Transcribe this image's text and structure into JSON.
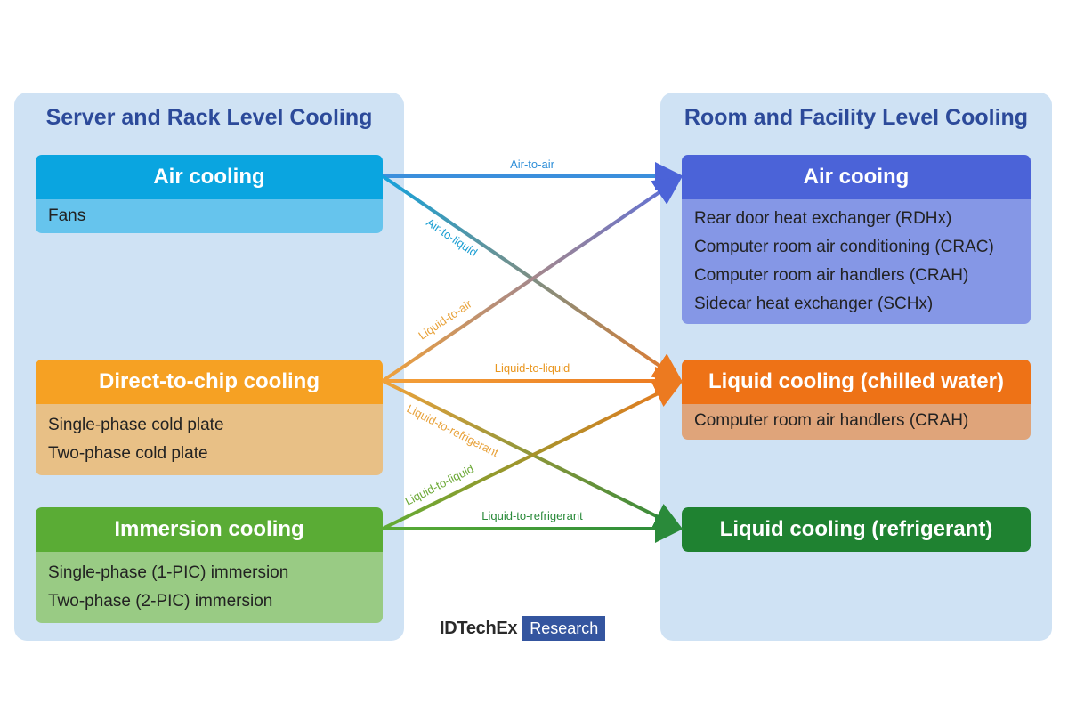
{
  "left_panel": {
    "title": "Server and Rack Level Cooling",
    "cards": {
      "air": {
        "title": "Air cooling",
        "items": [
          "Fans"
        ]
      },
      "direct_to_chip": {
        "title": "Direct-to-chip cooling",
        "items": [
          "Single-phase cold plate",
          "Two-phase cold plate"
        ]
      },
      "immersion": {
        "title": "Immersion cooling",
        "items": [
          "Single-phase (1-PIC) immersion",
          "Two-phase (2-PIC) immersion"
        ]
      }
    }
  },
  "right_panel": {
    "title": "Room and Facility Level Cooling",
    "cards": {
      "air": {
        "title": "Air cooing",
        "items": [
          "Rear door heat exchanger (RDHx)",
          "Computer room air conditioning (CRAC)",
          "Computer room air handlers (CRAH)",
          "Sidecar heat exchanger (SCHx)"
        ]
      },
      "chilled_water": {
        "title": "Liquid cooling (chilled water)",
        "items": [
          "Computer room air handlers (CRAH)"
        ]
      },
      "refrigerant": {
        "title": "Liquid cooling (refrigerant)"
      }
    }
  },
  "connections": [
    {
      "from": "Air cooling",
      "to": "Air cooing",
      "label": "Air-to-air",
      "color": "#2f8fd8"
    },
    {
      "from": "Air cooling",
      "to": "Liquid cooling (chilled water)",
      "label": "Air-to-liquid",
      "color": "#1c9fd3"
    },
    {
      "from": "Direct-to-chip cooling",
      "to": "Air cooing",
      "label": "Liquid-to-air",
      "color": "#e8a23a"
    },
    {
      "from": "Direct-to-chip cooling",
      "to": "Liquid cooling (chilled water)",
      "label": "Liquid-to-liquid",
      "color": "#e9961f"
    },
    {
      "from": "Direct-to-chip cooling",
      "to": "Liquid cooling (refrigerant)",
      "label": "Liquid-to-refrigerant",
      "color": "#e8a23a"
    },
    {
      "from": "Immersion cooling",
      "to": "Liquid cooling (chilled water)",
      "label": "Liquid-to-liquid",
      "color": "#6aa834"
    },
    {
      "from": "Immersion cooling",
      "to": "Liquid cooling (refrigerant)",
      "label": "Liquid-to-refrigerant",
      "color": "#2a8a3a"
    }
  ],
  "logo": {
    "brand": "IDTechEx",
    "tag": "Research"
  },
  "colors": {
    "panel_bg": "#cfe2f4",
    "panel_title": "#2c4a9a",
    "air_left": "#0aa5e0",
    "dtc": "#f6a123",
    "immersion": "#5aac35",
    "air_right": "#4b63d8",
    "chilled_water": "#ee7216",
    "refrigerant": "#1f8231"
  }
}
